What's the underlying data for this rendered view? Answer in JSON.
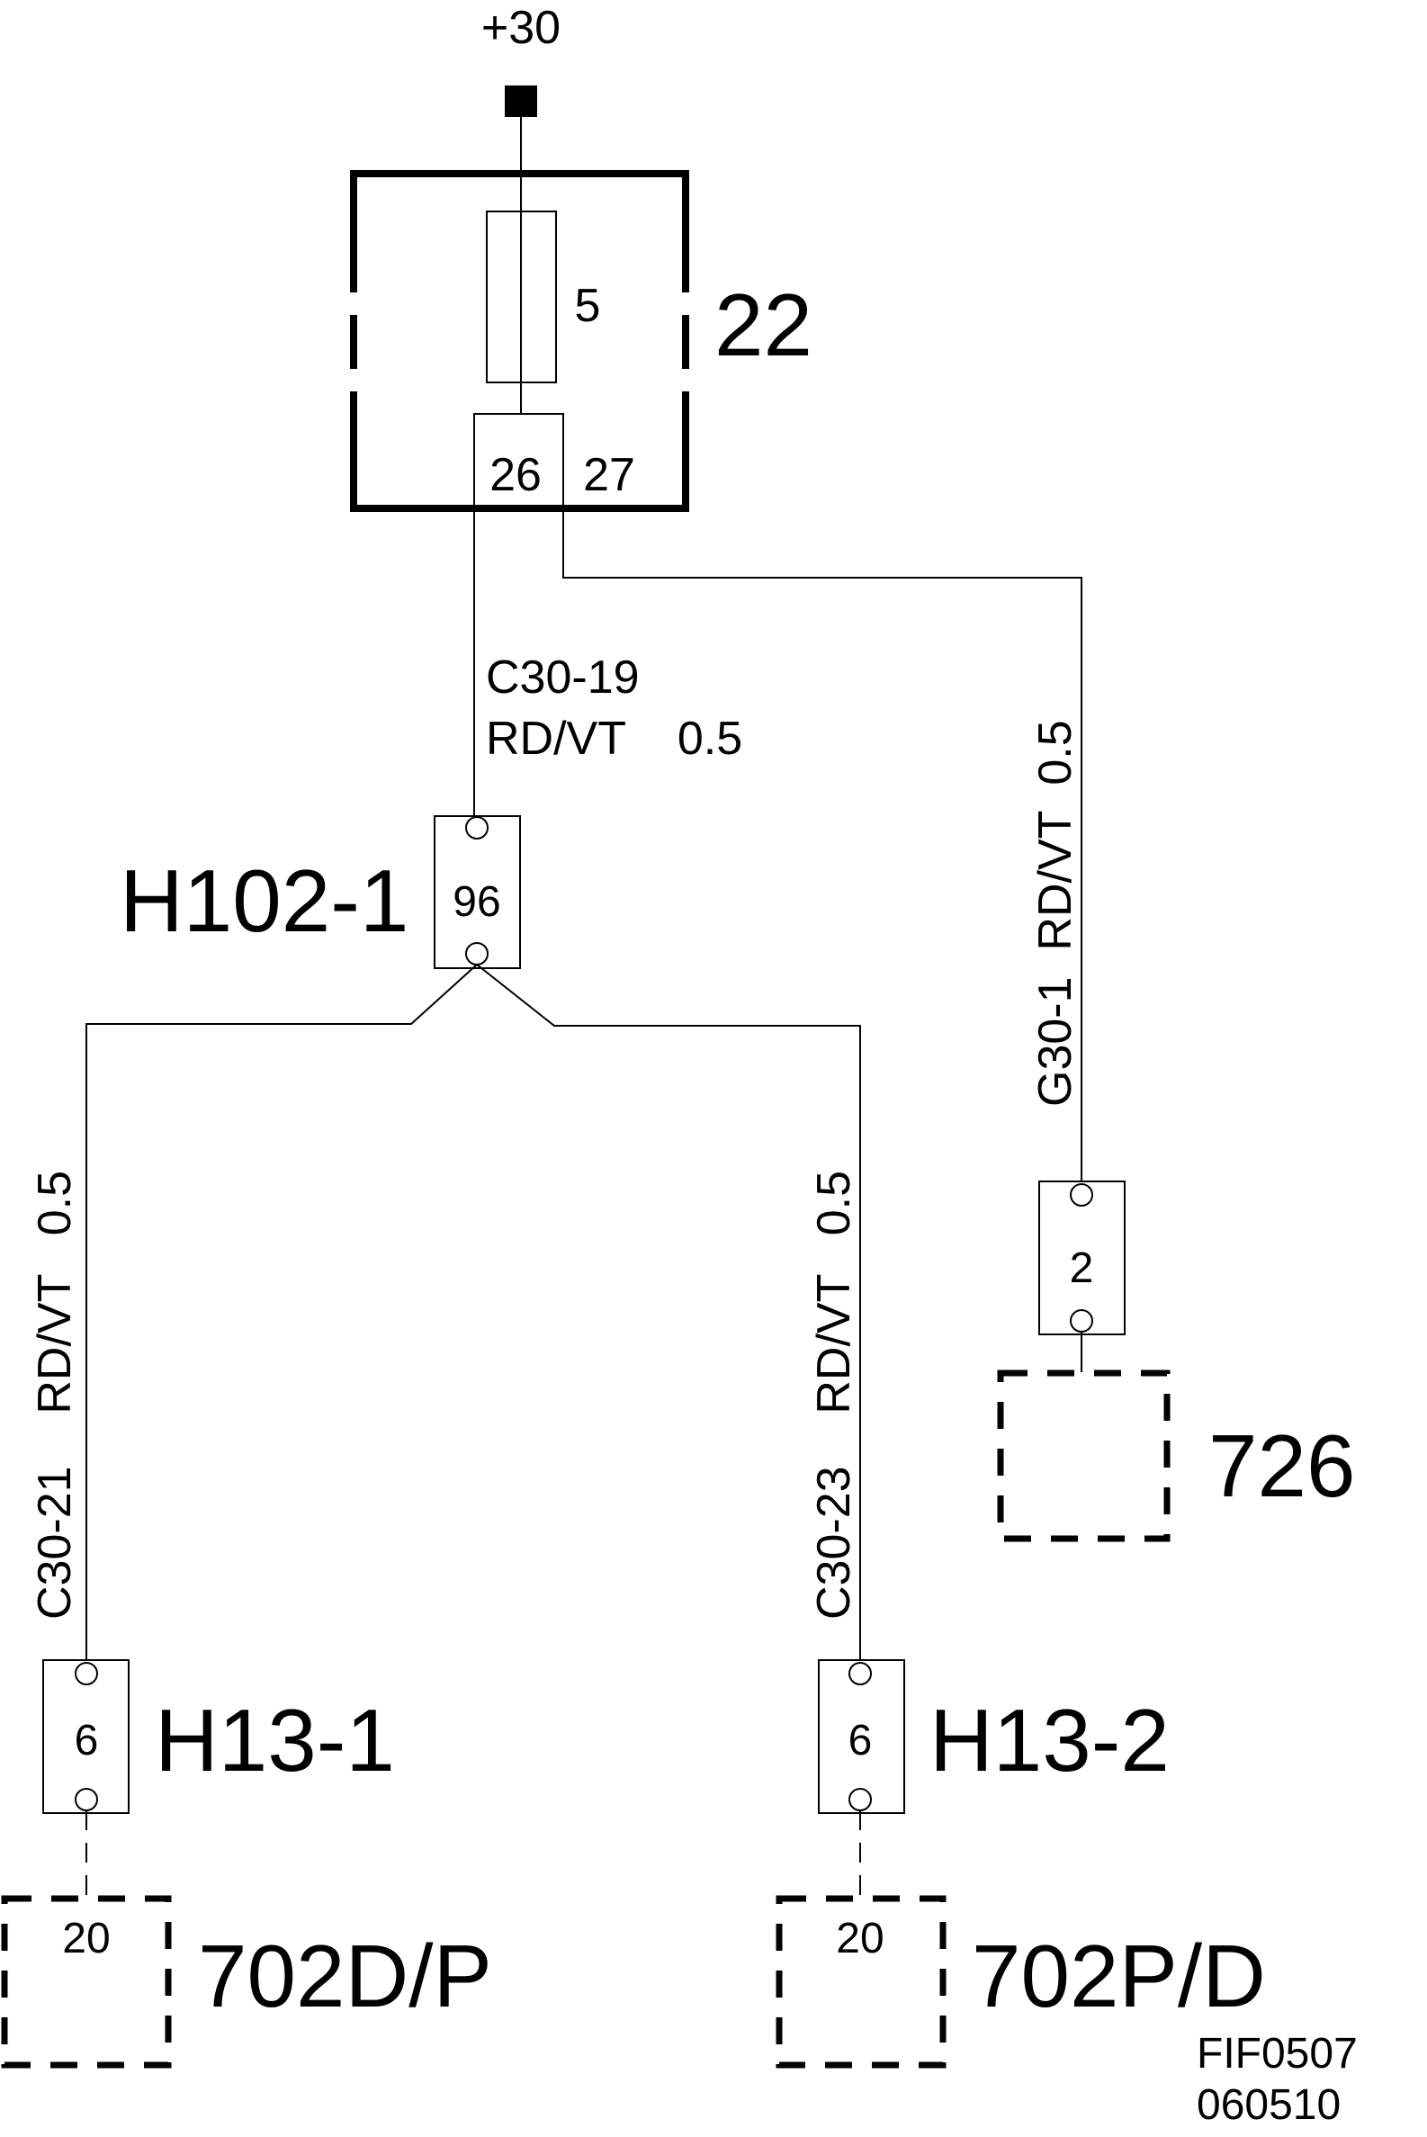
{
  "supply": {
    "label": "+30"
  },
  "fuse_box": {
    "id": "22",
    "fuse_number": "5",
    "pin_left": "26",
    "pin_right": "27"
  },
  "wires": {
    "w1": {
      "code": "C30-19",
      "color_size": "RD/VT    0.5"
    },
    "w2": {
      "label": "G30-1  RD/VT  0.5"
    },
    "w3": {
      "label": "C30-21    RD/VT   0.5"
    },
    "w4": {
      "label": "C30-23    RD/VT   0.5"
    }
  },
  "connectors": {
    "h102": {
      "id": "H102-1",
      "pin": "96"
    },
    "c726": {
      "pin": "2"
    },
    "h13_1": {
      "id": "H13-1",
      "pin": "6"
    },
    "h13_2": {
      "id": "H13-2",
      "pin": "6"
    }
  },
  "components": {
    "c726": {
      "id": "726"
    },
    "c702dp": {
      "id": "702D/P",
      "pin": "20"
    },
    "c702pd": {
      "id": "702P/D",
      "pin": "20"
    }
  },
  "footer": {
    "code": "FIF0507",
    "date": "060510"
  }
}
